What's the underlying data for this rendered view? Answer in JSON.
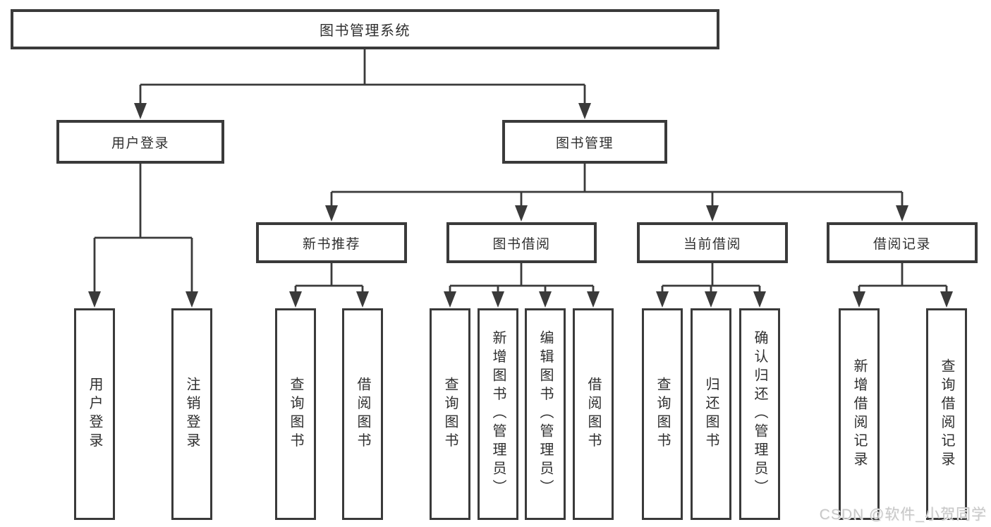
{
  "diagram": {
    "root": {
      "label": "图书管理系统"
    },
    "level2": [
      {
        "label": "用户登录"
      },
      {
        "label": "图书管理"
      }
    ],
    "level3": [
      {
        "label": "新书推荐"
      },
      {
        "label": "图书借阅"
      },
      {
        "label": "当前借阅"
      },
      {
        "label": "借阅记录"
      }
    ],
    "leaves": {
      "user_login": [
        "用户登录",
        "注销登录"
      ],
      "new_book_recommend": [
        "查询图书",
        "借阅图书"
      ],
      "book_borrowing": [
        "查询图书",
        "新增图书（管理员）",
        "编辑图书（管理员）",
        "借阅图书"
      ],
      "current_borrowing": [
        "查询图书",
        "归还图书",
        "确认归还（管理员）"
      ],
      "borrowing_records": [
        "新增借阅记录",
        "查询借阅记录"
      ]
    }
  },
  "watermark": {
    "text": "CSDN @软件_小贺同学"
  },
  "colors": {
    "line": "#3a3a3a",
    "text": "#2f2f2f",
    "watermark": "#c8c8c8",
    "background": "#ffffff"
  }
}
